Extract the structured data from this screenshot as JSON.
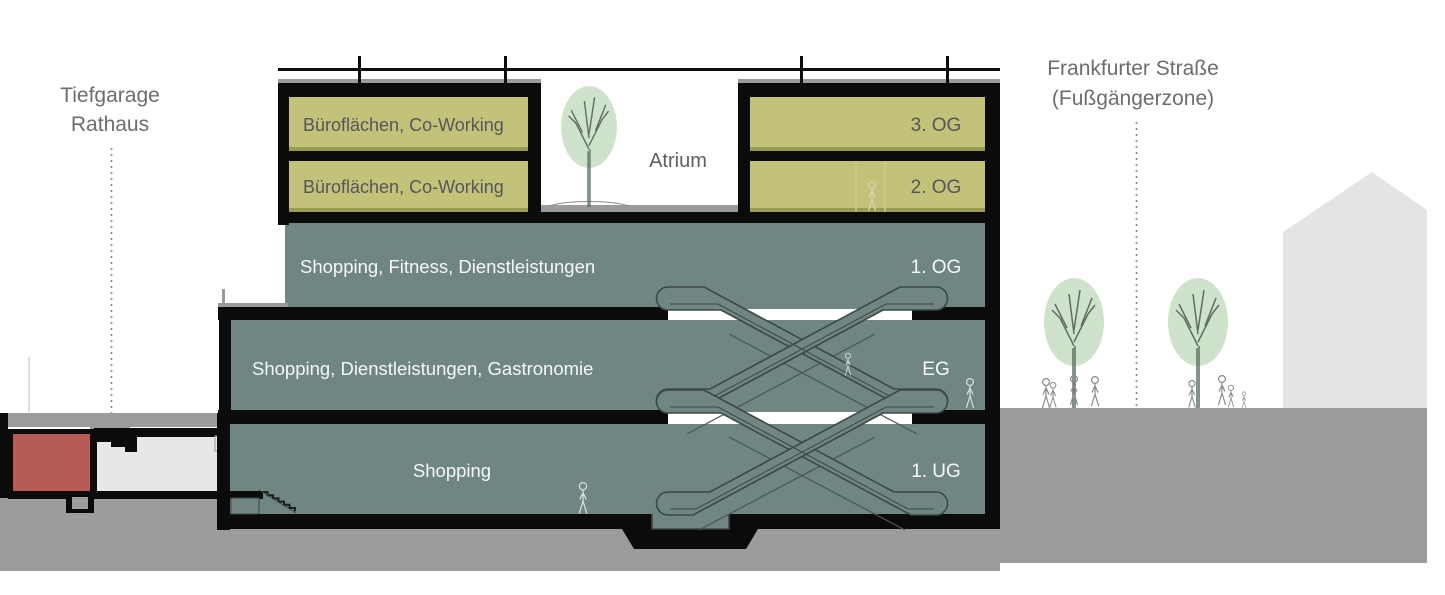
{
  "labels": {
    "garage": {
      "line1": "Tiefgarage",
      "line2": "Rathaus"
    },
    "street": {
      "line1": "Frankfurter Straße",
      "line2": "(Fußgängerzone)"
    },
    "atrium": "Atrium"
  },
  "building": {
    "office_floors": [
      {
        "label": "Büroflächen, Co-Working",
        "level": "3. OG"
      },
      {
        "label": "Büroflächen, Co-Working",
        "level": "2. OG"
      }
    ],
    "mall_floors": [
      {
        "label": "Shopping, Fitness, Dienstleistungen",
        "level": "1. OG"
      },
      {
        "label": "Shopping, Dienstleistungen, Gastronomie",
        "level": "EG"
      },
      {
        "label": "Shopping",
        "level": "1. UG"
      }
    ]
  },
  "colors": {
    "office_yellow": "#c3c279",
    "mall_teal": "#6f8683",
    "garage_red": "#b65c54",
    "ground_gray": "#9c9c9c",
    "room_light": "#e7e7e5",
    "house_gray": "#e4e4e2",
    "tree_green": "#cfe2cb",
    "label_gray": "#6d6d6d",
    "structure_black": "#0b0b0b"
  }
}
